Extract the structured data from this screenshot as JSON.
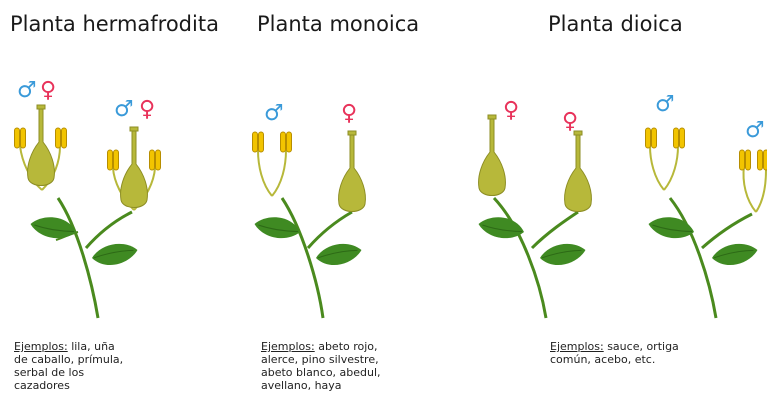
{
  "titles": {
    "hermaphrodite": "Planta hermafrodita",
    "monoecious": "Planta monoica",
    "dioecious": "Planta dioica"
  },
  "symbols": {
    "male": "♂",
    "female": "♀",
    "male_color": "#3a9ad9",
    "female_color": "#e8325a"
  },
  "colors": {
    "stem": "#4a8a1e",
    "leaf": "#3f8a22",
    "pistil": "#b7b83a",
    "stamen": "#f2c400"
  },
  "examples": {
    "label": "Ejemplos:",
    "hermaphrodite_line1": " lila, uña",
    "hermaphrodite_line2": "de caballo, prímula,",
    "hermaphrodite_line3": "serbal de los",
    "hermaphrodite_line4": "cazadores",
    "monoecious_line1": " abeto rojo,",
    "monoecious_line2": "alerce, pino silvestre,",
    "monoecious_line3": "abeto blanco, abedul,",
    "monoecious_line4": "avellano, haya",
    "dioecious_line1": " sauce, ortiga",
    "dioecious_line2": "común, acebo, etc."
  }
}
